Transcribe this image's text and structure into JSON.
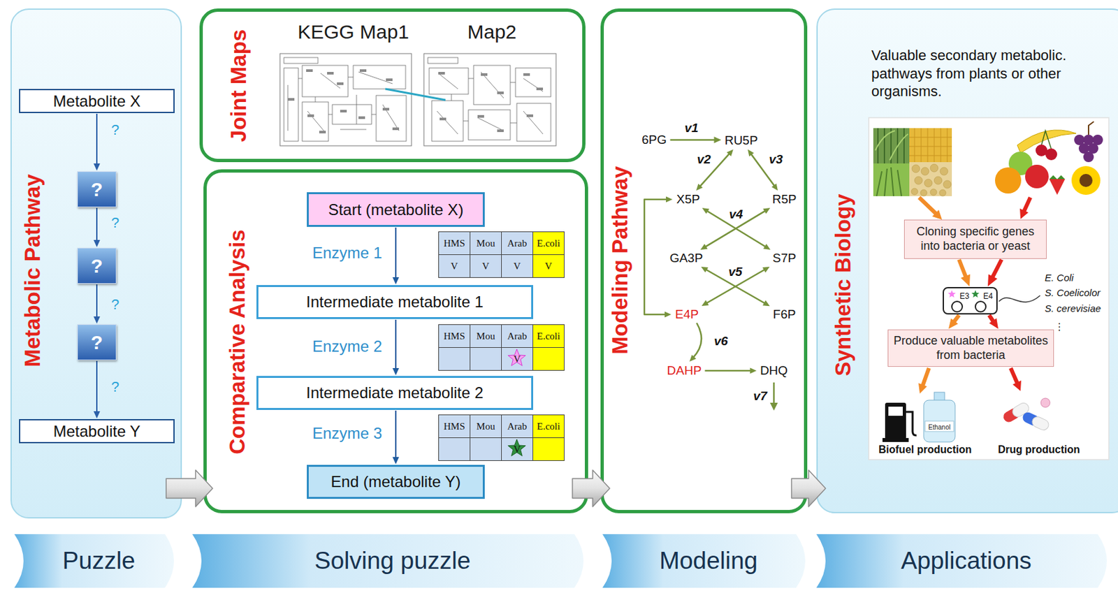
{
  "diagram": {
    "nodes": [
      {
        "text": [
          "Metabolic Pathway"
        ]
      },
      {
        "text": [
          "Metabolite X"
        ],
        "in": 0
      },
      {
        "text": [
          "?"
        ],
        "in": 0
      },
      {
        "text": [
          "?"
        ],
        "in": 0
      },
      {
        "text": [
          "?"
        ],
        "in": 0
      },
      {
        "text": [
          "Metabolite Y"
        ],
        "in": 0
      },
      {
        "text": [
          "Joint Maps"
        ]
      },
      {
        "text": [
          "Comparative Analysis"
        ]
      },
      {
        "text": [
          "Start (metabolite X)"
        ],
        "in": 7
      },
      {
        "text": [
          "Intermediate metabolite 1"
        ],
        "in": 7
      },
      {
        "text": [
          "Intermediate metabolite 2"
        ],
        "in": 7
      },
      {
        "text": [
          "End (metabolite Y)"
        ],
        "in": 7
      },
      {
        "text": [
          "Modeling Pathway"
        ]
      },
      {
        "text": [
          "6PG"
        ],
        "in": 12
      },
      {
        "text": [
          "RU5P"
        ],
        "in": 12
      },
      {
        "text": [
          "X5P"
        ],
        "in": 12
      },
      {
        "text": [
          "R5P"
        ],
        "in": 12
      },
      {
        "text": [
          "GA3P"
        ],
        "in": 12
      },
      {
        "text": [
          "S7P"
        ],
        "in": 12
      },
      {
        "text": [
          "E4P"
        ],
        "in": 12
      },
      {
        "text": [
          "F6P"
        ],
        "in": 12
      },
      {
        "text": [
          "DAHP"
        ],
        "in": 12
      },
      {
        "text": [
          "DHQ"
        ],
        "in": 12
      },
      {
        "text": [
          "Synthetic Biology",
          "Valuable secondary metabolic. pathways from plants or other organisms."
        ]
      },
      {
        "text": [
          "Cloning specific genes into bacteria or yeast"
        ],
        "in": 23
      },
      {
        "text": [
          "E3",
          "E4"
        ],
        "in": 23
      },
      {
        "text": [
          "Produce valuable metabolites from bacteria"
        ],
        "in": 23
      },
      {
        "text": [
          "Puzzle"
        ]
      },
      {
        "text": [
          "Solving puzzle"
        ]
      },
      {
        "text": [
          "Modeling"
        ]
      },
      {
        "text": [
          "Applications"
        ]
      }
    ],
    "edges": [
      {
        "from": 1,
        "to": 2,
        "label": "?",
        "arrow": "to"
      },
      {
        "from": 2,
        "to": 3,
        "label": "?",
        "arrow": "to"
      },
      {
        "from": 3,
        "to": 4,
        "label": "?",
        "arrow": "to"
      },
      {
        "from": 4,
        "to": 5,
        "label": "?",
        "arrow": "to"
      },
      {
        "from": 8,
        "to": 9,
        "label": "Enzyme 1",
        "arrow": "to"
      },
      {
        "from": 9,
        "to": 10,
        "label": "Enzyme 2",
        "arrow": "to"
      },
      {
        "from": 10,
        "to": 11,
        "label": "Enzyme 3",
        "arrow": "to"
      },
      {
        "from": 13,
        "to": 14,
        "label": "v1",
        "arrow": "to"
      },
      {
        "from": 14,
        "to": 15,
        "label": "v2",
        "arrow": "both"
      },
      {
        "from": 14,
        "to": 16,
        "label": "v3",
        "arrow": "both"
      },
      {
        "from": 15,
        "to": 18,
        "label": "v4",
        "arrow": "both"
      },
      {
        "from": 16,
        "to": 17,
        "arrow": "both"
      },
      {
        "from": 17,
        "to": 20,
        "label": "v5",
        "arrow": "both"
      },
      {
        "from": 18,
        "to": 19,
        "arrow": "both"
      },
      {
        "from": 15,
        "to": 19,
        "arrow": "both"
      },
      {
        "from": 19,
        "to": 21,
        "label": "v6",
        "arrow": "to"
      },
      {
        "from": 21,
        "to": 22,
        "arrow": "to"
      },
      {
        "from": 24,
        "to": 25,
        "arrow": "to"
      },
      {
        "from": 24,
        "to": 25,
        "arrow": "to"
      },
      {
        "from": 25,
        "to": 26,
        "arrow": "to"
      },
      {
        "from": 25,
        "to": 26,
        "arrow": "to"
      },
      {
        "from": 0,
        "to": 7,
        "arrow": "to"
      },
      {
        "from": 7,
        "to": 12,
        "arrow": "to"
      },
      {
        "from": 12,
        "to": 23,
        "arrow": "to"
      }
    ],
    "labels": [
      "KEGG Map1",
      "Map2",
      "HMS",
      "Mou",
      "Arab",
      "E.coli",
      "V",
      "V",
      "V",
      "V",
      "HMS",
      "Mou",
      "Arab",
      "E.coli",
      "V",
      "HMS",
      "Mou",
      "Arab",
      "E.coli",
      "V",
      "v7",
      "E. Coli",
      "S. Coelicolor",
      "S. cerevisiae",
      "⋮",
      "Ethanol",
      "Biofuel production",
      "Drug production"
    ]
  }
}
